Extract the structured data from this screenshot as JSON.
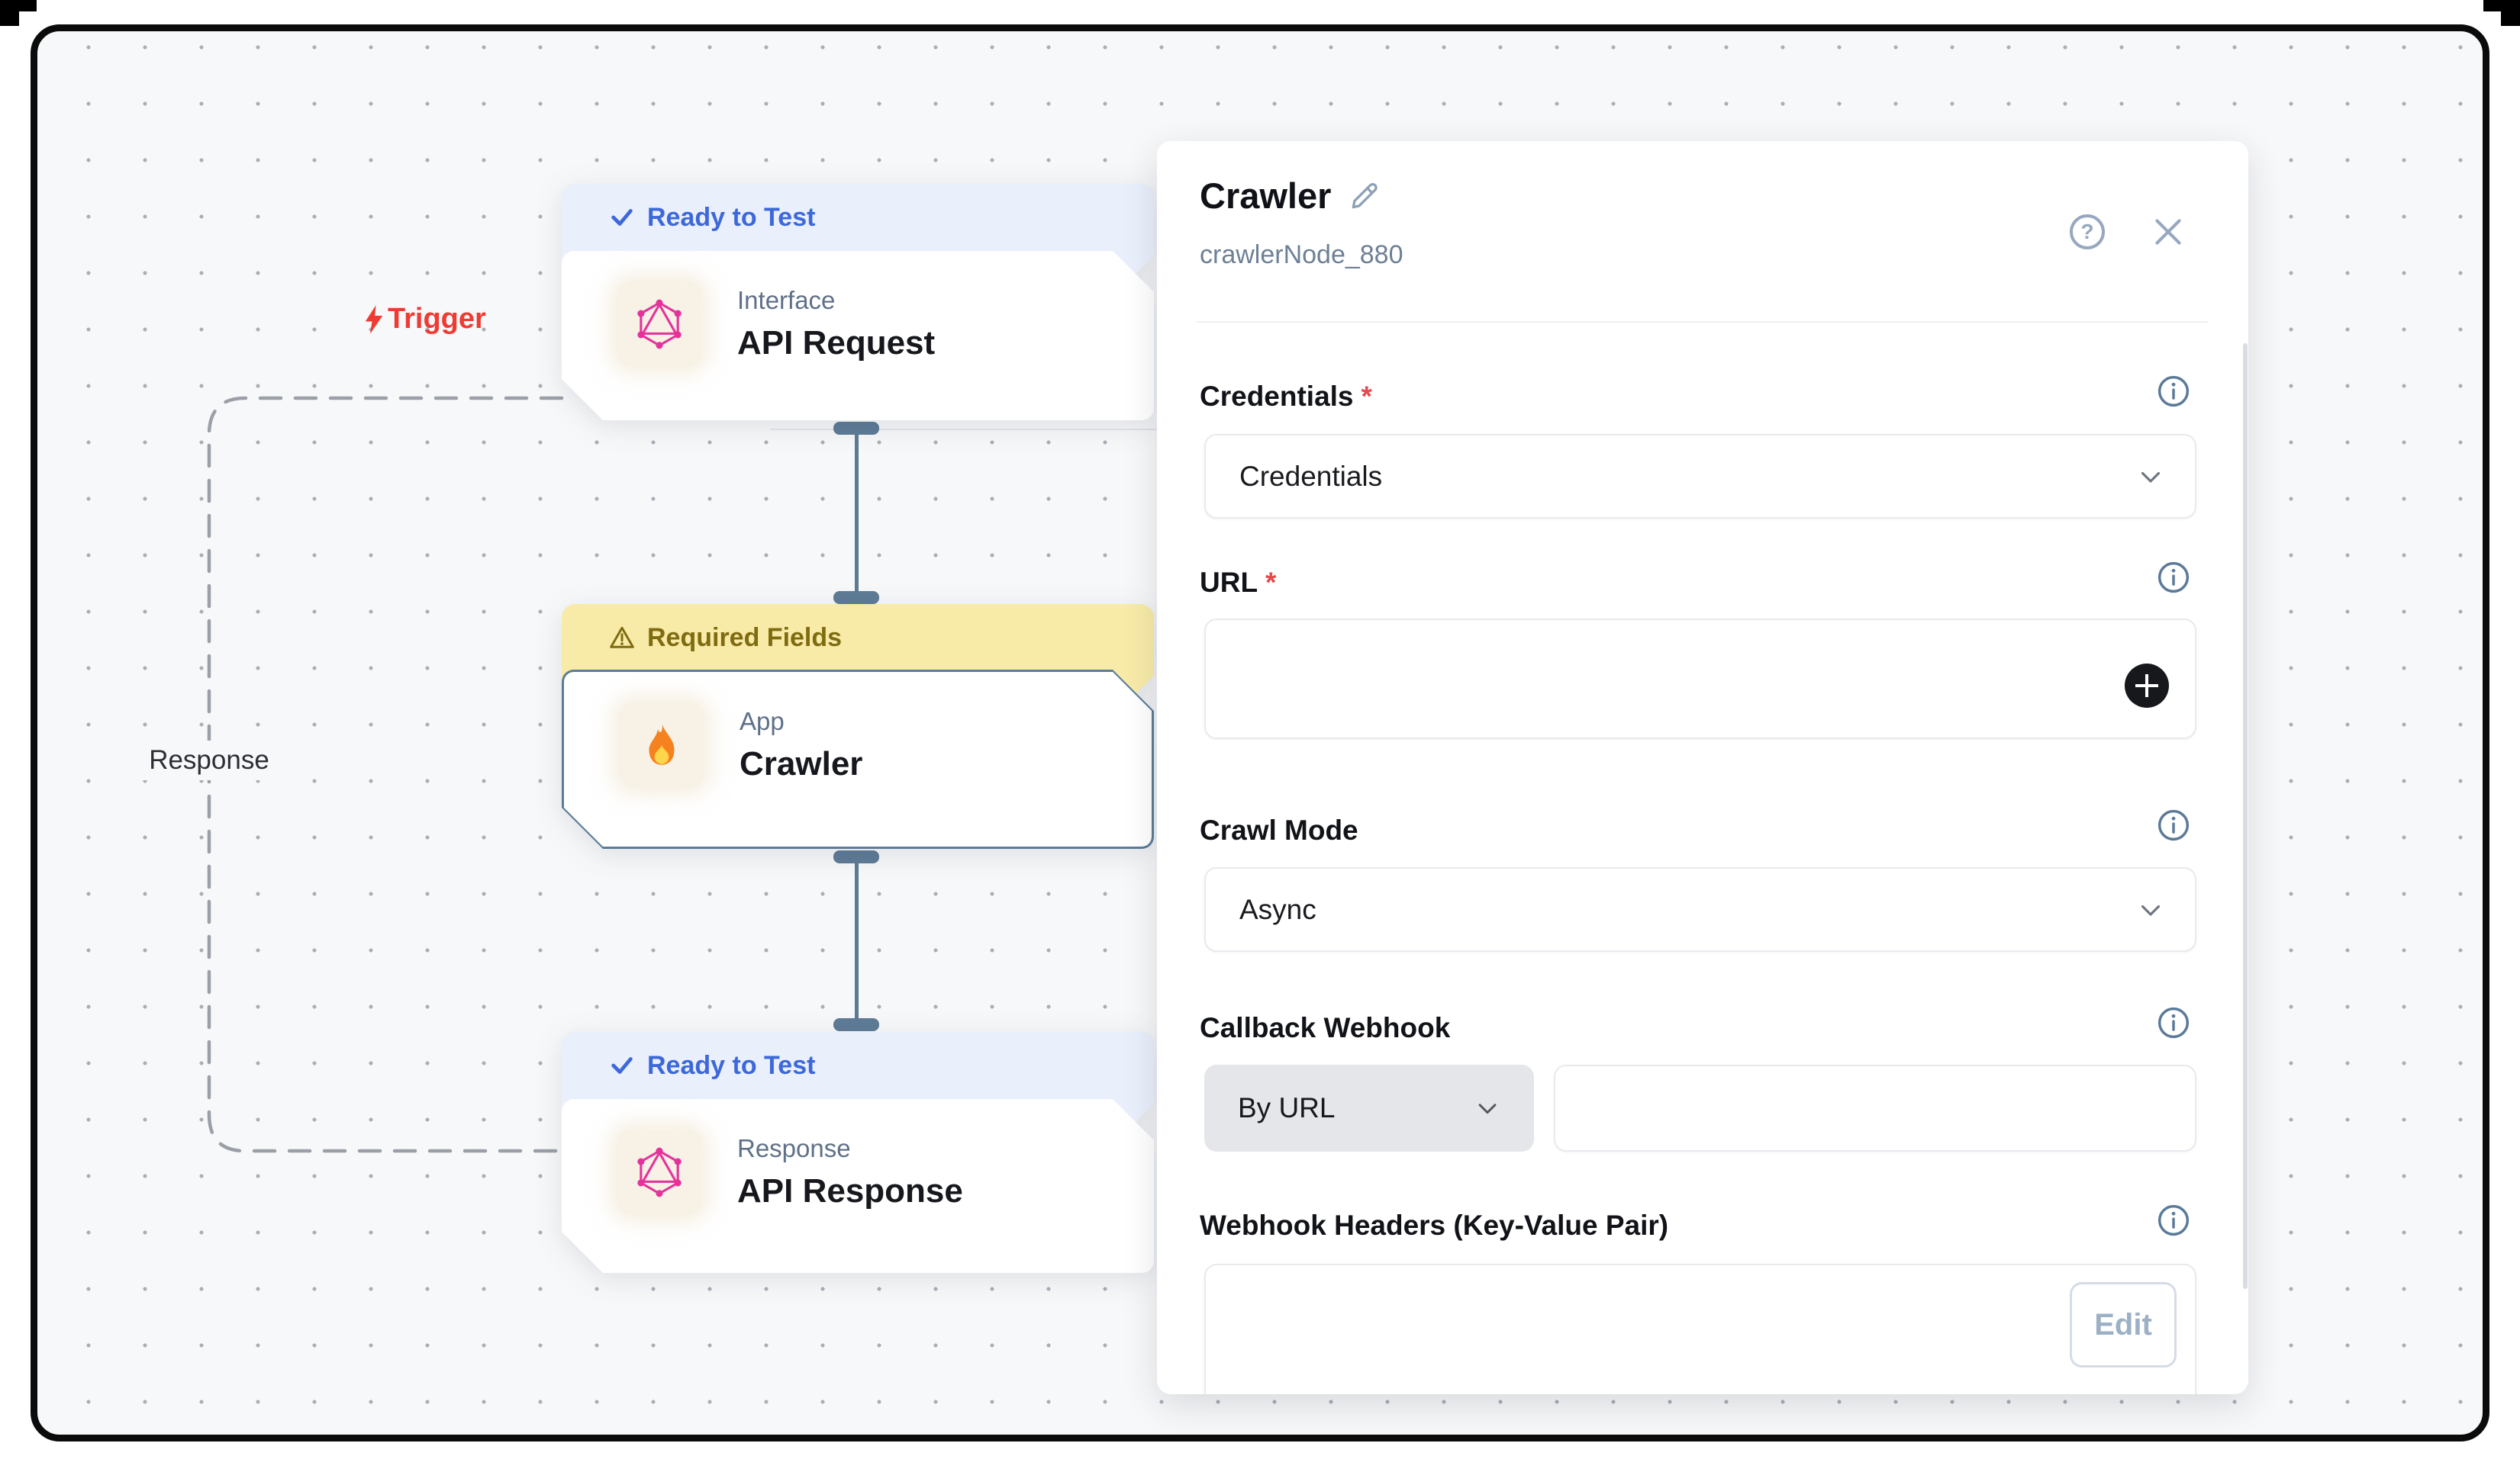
{
  "canvas": {
    "trigger_label": "Trigger",
    "response_label": "Response",
    "nodes": [
      {
        "badge": "Ready to Test",
        "badge_type": "ready",
        "subtitle": "Interface",
        "title": "API Request",
        "icon": "graphql-icon",
        "selected": false
      },
      {
        "badge": "Required Fields",
        "badge_type": "warning",
        "subtitle": "App",
        "title": "Crawler",
        "icon": "fire-icon",
        "selected": true
      },
      {
        "badge": "Ready to Test",
        "badge_type": "ready",
        "subtitle": "Response",
        "title": "API Response",
        "icon": "graphql-icon",
        "selected": false
      }
    ]
  },
  "panel": {
    "title": "Crawler",
    "node_id": "crawlerNode_880",
    "help_label": "?",
    "required_marker": "*",
    "fields": {
      "credentials": {
        "label": "Credentials",
        "required": true,
        "value": "Credentials"
      },
      "url": {
        "label": "URL",
        "required": true,
        "value": ""
      },
      "crawl_mode": {
        "label": "Crawl Mode",
        "required": false,
        "value": "Async"
      },
      "callback_webhook": {
        "label": "Callback Webhook",
        "mode_value": "By URL",
        "url_value": ""
      },
      "webhook_headers": {
        "label": "Webhook Headers (Key-Value Pair)",
        "edit_label": "Edit"
      }
    }
  },
  "colors": {
    "canvas_bg": "#f7f8f9",
    "ready_badge_bg": "#e9effb",
    "ready_badge_text": "#3c68d9",
    "warning_badge_bg": "#f8eba8",
    "warning_badge_text": "#7f6c10",
    "selected_border": "#5b7c99",
    "connector": "#5e7b96",
    "trigger_red": "#ee3b33",
    "graphql_pink": "#e5329b",
    "required_red": "#e5484d",
    "plus_button_bg": "#17181c"
  }
}
